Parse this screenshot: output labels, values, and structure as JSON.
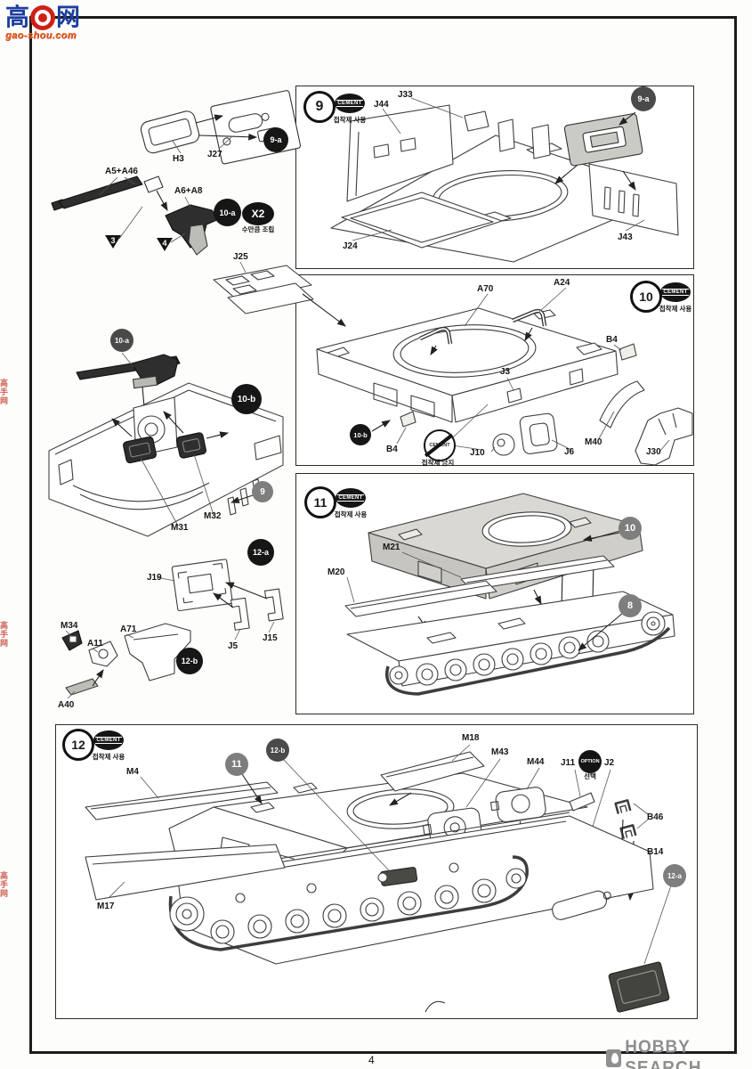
{
  "wm": {
    "c1": "高",
    "c2": "网",
    "url": "gao-shou.com",
    "side": "高手网"
  },
  "footer": {
    "page": "4",
    "brand": "HOBBY SEARCH"
  },
  "ic": {
    "cement": "CEMENT",
    "use": "접착제 사용",
    "ban": "접착제 금지",
    "x2": "X2",
    "x2n": "수만큼 조립",
    "opt": "OPTION",
    "optn": "선택"
  },
  "s9": {
    "n": "9",
    "b": "9-a",
    "j44": "J44",
    "j33": "J33",
    "j24": "J24",
    "j43": "J43"
  },
  "a9": {
    "b": "9-a",
    "h3": "H3",
    "j27": "J27"
  },
  "a10": {
    "b": "10-a",
    "p1": "A5+A46",
    "p2": "A6+A8",
    "t3": "3",
    "t4": "4"
  },
  "s10": {
    "n": "10",
    "j25": "J25",
    "a70": "A70",
    "a24": "A24",
    "b4a": "B4",
    "b4b": "B4",
    "j3": "J3",
    "j10": "J10",
    "j6": "J6",
    "m40": "M40",
    "j30": "J30",
    "b10b": "10-b"
  },
  "hl": {
    "m31": "M31",
    "m32": "M32",
    "b9": "9",
    "b10a": "10-a",
    "b10b": "10-b"
  },
  "s11": {
    "n": "11",
    "m21": "M21",
    "m20": "M20",
    "b10": "10",
    "b8": "8"
  },
  "a12a": {
    "b": "12-a",
    "j19": "J19",
    "j5": "J5",
    "j15": "J15"
  },
  "a12b": {
    "b": "12-b",
    "m34": "M34",
    "a11": "A11",
    "a71": "A71",
    "a40": "A40"
  },
  "s12": {
    "n": "12",
    "m4": "M4",
    "m17": "M17",
    "m18": "M18",
    "m43": "M43",
    "m44": "M44",
    "j11": "J11",
    "j2": "J2",
    "b46": "B46",
    "b14": "B14",
    "b11": "11",
    "b12a": "12-a",
    "b12b": "12-b"
  }
}
